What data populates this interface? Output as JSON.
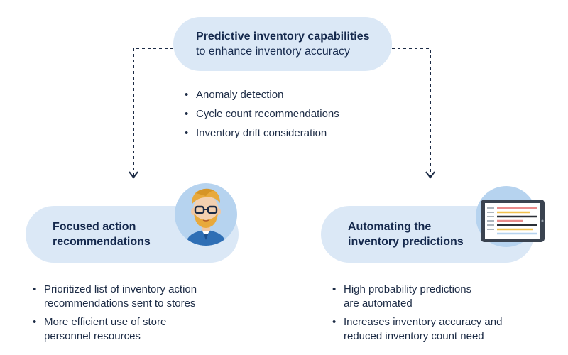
{
  "top": {
    "title": "Predictive inventory capabilities",
    "subtitle": "to enhance inventory accuracy",
    "bullets": [
      "Anomaly detection",
      "Cycle count recommendations",
      "Inventory drift consideration"
    ]
  },
  "left": {
    "title_line1": "Focused action",
    "title_line2": "recommendations",
    "bullets": [
      {
        "line1": "Prioritized list of inventory action",
        "line2": "recommendations sent to stores"
      },
      {
        "line1": "More efficient use of store",
        "line2": "personnel resources"
      }
    ]
  },
  "right": {
    "title_line1": "Automating the",
    "title_line2": "inventory predictions",
    "bullets": [
      {
        "line1": "High probability predictions",
        "line2": "are automated"
      },
      {
        "line1": "Increases inventory accuracy and",
        "line2": "reduced inventory count need"
      }
    ]
  },
  "colors": {
    "pill": "#dbe8f6",
    "text": "#15294d",
    "accent_circle": "#b6d3ef"
  },
  "icons": {
    "left": "person-avatar-icon",
    "right": "tablet-icon"
  }
}
